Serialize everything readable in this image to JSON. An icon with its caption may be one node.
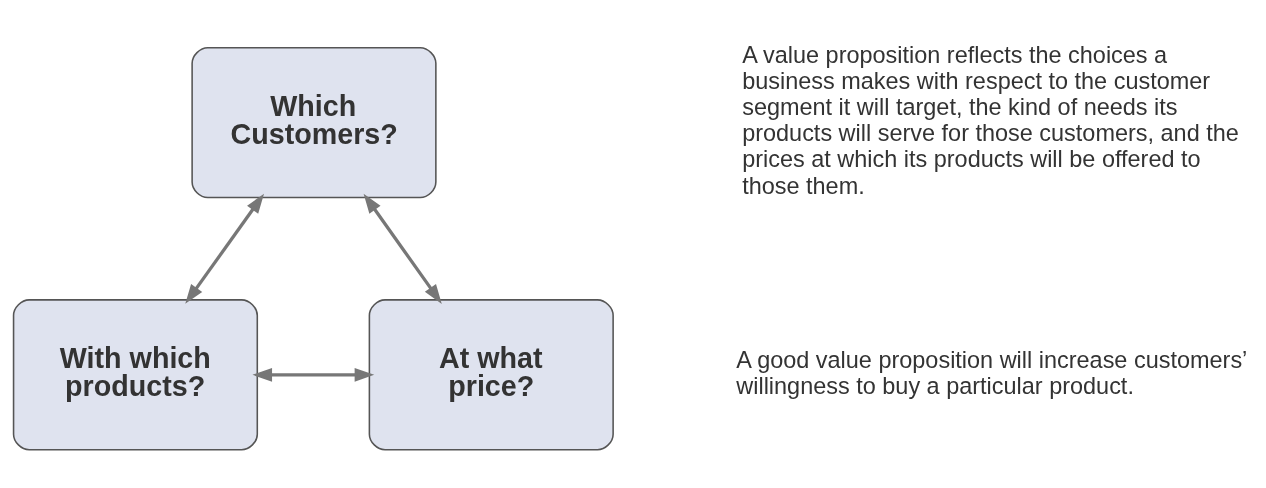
{
  "diagram": {
    "nodes": [
      {
        "text": [
          "Which Customers?"
        ]
      },
      {
        "text": [
          "With which products?"
        ]
      },
      {
        "text": [
          "At what price?"
        ]
      }
    ],
    "edges": [
      {
        "from": 0,
        "to": 1,
        "arrow": "both"
      },
      {
        "from": 0,
        "to": 2,
        "arrow": "both"
      },
      {
        "from": 1,
        "to": 2,
        "arrow": "both"
      }
    ],
    "labels": [
      "A value proposition reflects the choices a business makes with respect to the customer segment it will target, the kind of needs its products will serve for those customers, and the prices at which its products will be offered to those them.",
      "A good value proposition will increase customers’ willingness to buy a particular product."
    ]
  }
}
